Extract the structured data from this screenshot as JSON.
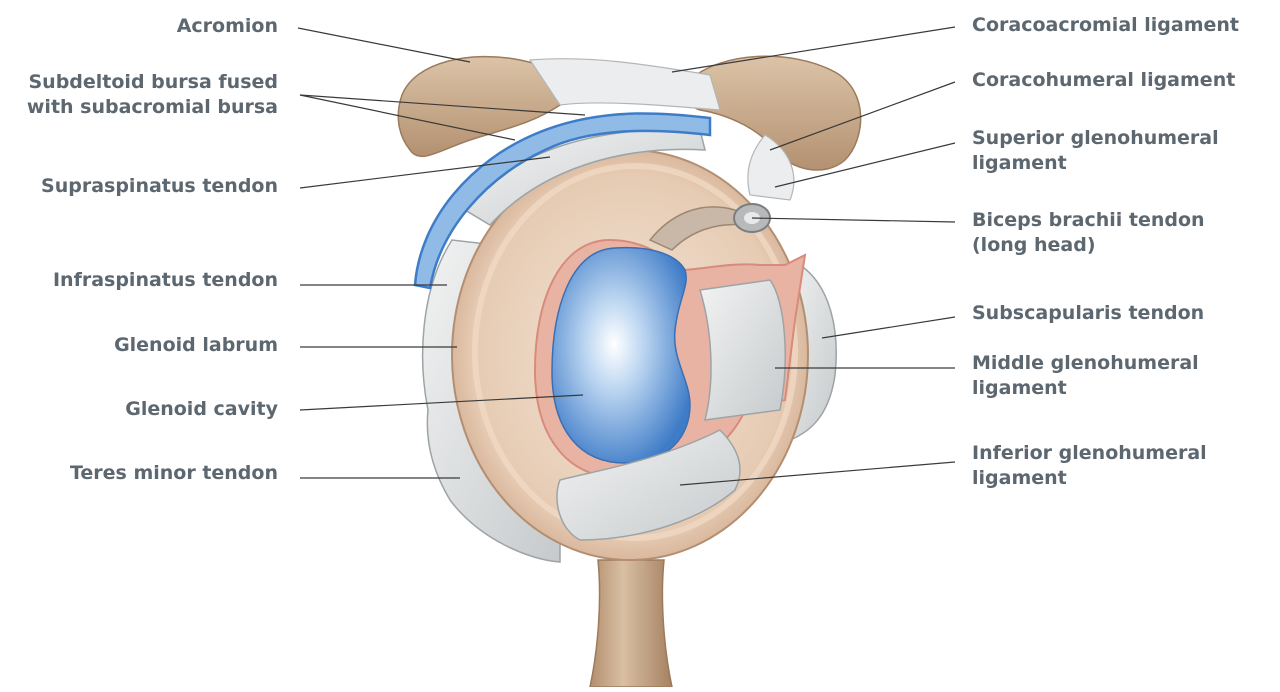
{
  "labels": {
    "acromion": "Acromion",
    "subdeltoid_bursa": "Subdeltoid bursa fused\nwith subacromial bursa",
    "supraspinatus": "Supraspinatus tendon",
    "infraspinatus": "Infraspinatus tendon",
    "glenoid_labrum": "Glenoid labrum",
    "glenoid_cavity": "Glenoid cavity",
    "teres_minor": "Teres minor tendon",
    "coracoacromial": "Coracoacromial ligament",
    "coracohumeral": "Coracohumeral ligament",
    "superior_gh": "Superior glenohumeral\nligament",
    "biceps": "Biceps brachii tendon\n(long head)",
    "subscapularis": "Subscapularis tendon",
    "middle_gh": "Middle glenohumeral\nligament",
    "inferior_gh": "Inferior glenohumeral\nligament"
  },
  "colors": {
    "label_text": "#5d6770",
    "leader_line": "#3a3a3a",
    "bone": "#c9a98a",
    "bone_dark": "#a98565",
    "tendon": "#dcdfe0",
    "cartilage": "#5f94d3",
    "labrum": "#e7a79a",
    "capsule": "#e6cbb3",
    "bursa": "#7fb0e0"
  }
}
